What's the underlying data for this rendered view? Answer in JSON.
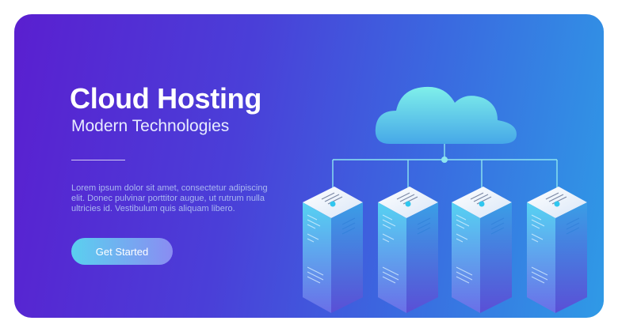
{
  "hero": {
    "title": "Cloud Hosting",
    "subtitle": "Modern Technologies",
    "body": "Lorem ipsum dolor sit amet, consectetur adipiscing elit. Donec pulvinar porttitor augue, ut rutrum nulla ultricies id. Vestibulum quis aliquam libero.",
    "cta_label": "Get Started"
  },
  "colors": {
    "gradient_start": "#5a1fd0",
    "gradient_end": "#2f9ae6",
    "cloud": "#6fe0ef",
    "server_body": "#4fb0ef",
    "button_start": "#5ad0ef",
    "button_end": "#8a8cf2"
  },
  "illustration": {
    "icons": [
      "cloud-icon",
      "server-rack-icon"
    ],
    "server_count": 4
  }
}
